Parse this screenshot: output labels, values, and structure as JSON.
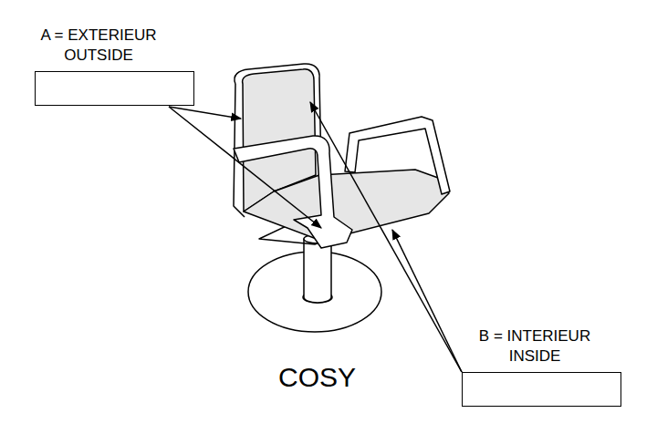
{
  "diagram": {
    "nodes": [
      {
        "text": [
          "A = EXTERIEUR OUTSIDE"
        ]
      },
      {
        "text": [
          "B = INTERIEUR INSIDE"
        ]
      }
    ],
    "labels": [
      "COSY"
    ]
  }
}
